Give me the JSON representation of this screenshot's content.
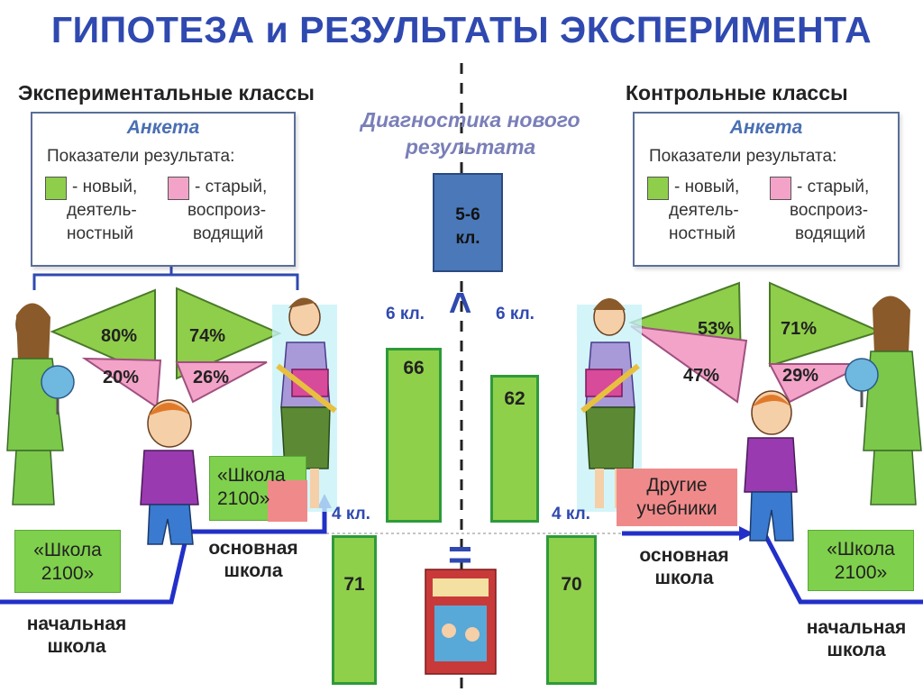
{
  "title": "ГИПОТЕЗА и РЕЗУЛЬТАТЫ ЭКСПЕРИМЕНТА",
  "left_heading": "Экспериментальные классы",
  "right_heading": "Контрольные классы",
  "diagnostics": {
    "line1": "Диагностика нового",
    "line2": "результата"
  },
  "grade_box": {
    "line1": "5-6",
    "line2": "кл."
  },
  "survey": {
    "title": "Анкета",
    "subtitle": "Показатели результата:",
    "new_line1": "- новый,",
    "new_line2": "деятель-",
    "new_line3": "ностный",
    "old_line1": "- старый,",
    "old_line2": "воспроиз-",
    "old_line3": "водящий"
  },
  "left_percents": {
    "new_a": "80%",
    "old_a": "20%",
    "new_b": "74%",
    "old_b": "26%"
  },
  "right_percents": {
    "new_a": "53%",
    "old_a": "47%",
    "new_b": "71%",
    "old_b": "29%"
  },
  "grades": {
    "sixth": "6 кл.",
    "fourth": "4 кл."
  },
  "compare": {
    "greater": ">",
    "equal": "="
  },
  "bars": {
    "left_6": "66",
    "right_6": "62",
    "left_4": "71",
    "right_4": "70"
  },
  "left_program_box": {
    "line1": "«Школа",
    "line2": "2100»"
  },
  "right_program_box": {
    "line1": "Другие",
    "line2": "учебники"
  },
  "left_primary_box": {
    "line1": "«Школа",
    "line2": "2100»"
  },
  "right_primary_box": {
    "line1": "«Школа",
    "line2": "2100»"
  },
  "basic_school": {
    "line1": "основная",
    "line2": "школа"
  },
  "primary_school": {
    "line1": "начальная",
    "line2": "школа"
  },
  "colors": {
    "title": "#2f49b0",
    "new": "#8fce4a",
    "old": "#f3a3c8",
    "bar": "#8fd04a",
    "grade_box": "#4a78b8"
  }
}
